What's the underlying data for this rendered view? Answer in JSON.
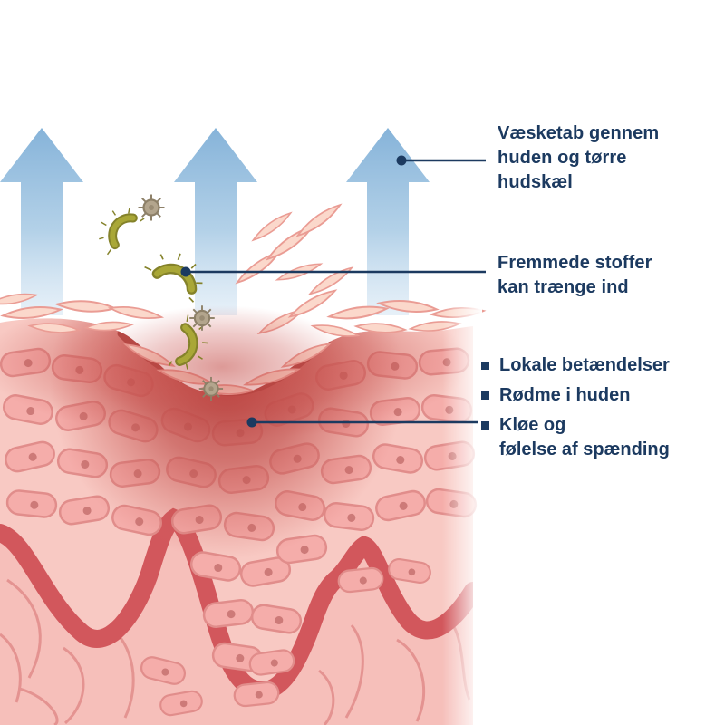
{
  "figure": {
    "type": "damaged-skin-cross-section-diagram",
    "language": "da"
  },
  "annotations": {
    "fluid_loss": {
      "lines": [
        "Væsketab gennem",
        "huden og tørre",
        "hudskæl"
      ]
    },
    "foreign_substances": {
      "lines": [
        "Fremmede stoffer",
        "kan trænge ind"
      ]
    },
    "symptoms": [
      {
        "lines": [
          "Lokale betændelser"
        ]
      },
      {
        "lines": [
          "Rødme i huden"
        ]
      },
      {
        "lines": [
          "Kløe og",
          "følelse af spænding"
        ]
      }
    ]
  },
  "colors": {
    "label_text": "#1c3a60",
    "connector_line": "#1c3a60",
    "arrow_blue": "#a6c9e4",
    "skin_pink": "#f8c9c3",
    "cell_fill": "#f5adaa",
    "cell_stroke": "#e18d8b",
    "inflammation_red": "#bd4440",
    "dermis_band": "#d2575c",
    "bacteria_olive": "#a09e30",
    "allergen_tan": "#b1a38b",
    "flake_fill": "#fbd8cb"
  }
}
